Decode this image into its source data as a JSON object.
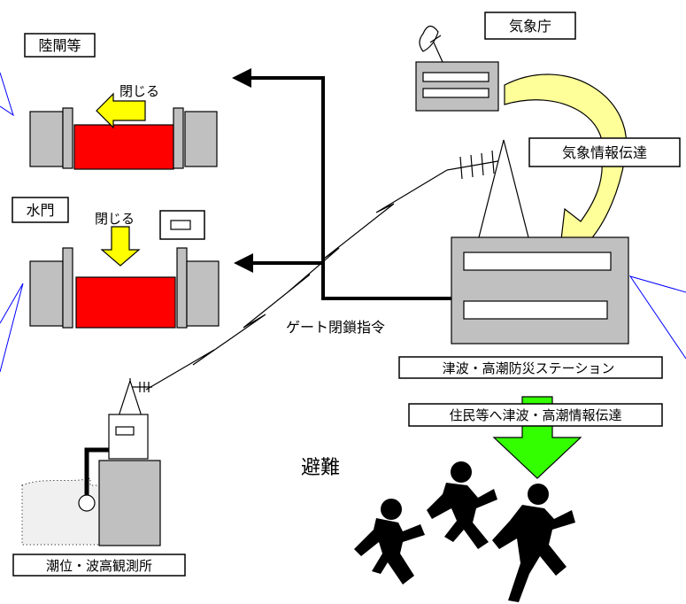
{
  "labels": {
    "jma": "気象庁",
    "land_gate": "陸閘等",
    "sluice": "水門",
    "close_land_gate": "閉じる",
    "close_sluice": "閉じる",
    "weather_info": "気象情報伝達",
    "gate_command": "ゲート閉鎖指令",
    "station": "津波・高潮防災ステーション",
    "resident_info": "住民等へ津波・高潮情報伝達",
    "evacuation": "避難",
    "observatory": "潮位・波高観測所"
  },
  "icons": [
    "parabolic-antenna-icon",
    "yagi-antenna-icon",
    "lightning-radio-icon",
    "running-person-icon"
  ],
  "colors": {
    "gate_red": "#ff0000",
    "arrow_yellow": "#ffff00",
    "arrow_green": "#33ff00",
    "curved_arrow": "#ffff99",
    "equipment_gray": "#c0c0c0",
    "callout_blue": "#0000ff"
  }
}
